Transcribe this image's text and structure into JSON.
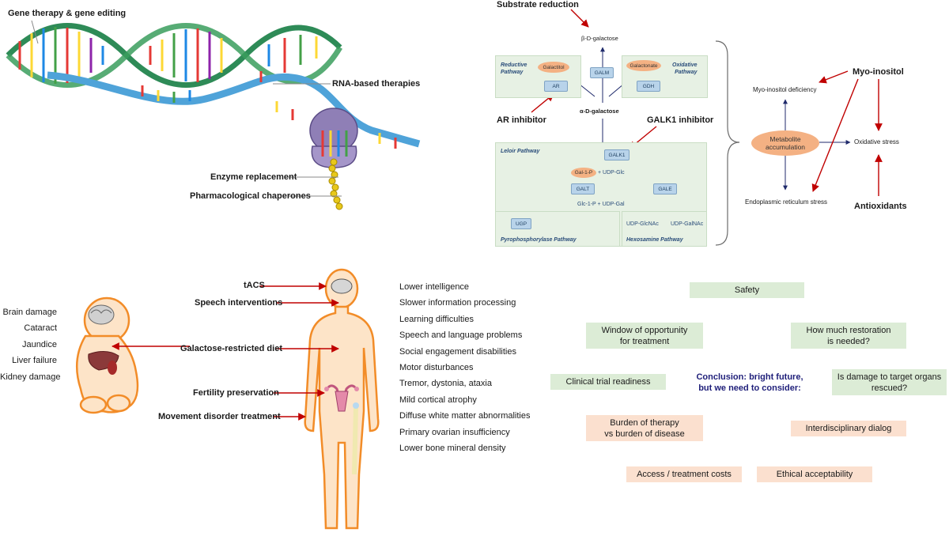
{
  "therapies": {
    "gene": "Gene therapy & gene editing",
    "rna": "RNA-based therapies",
    "enzyme": "Enzyme replacement",
    "chaperones": "Pharmacological chaperones"
  },
  "pathway": {
    "substrate_reduction": "Substrate reduction",
    "beta_gal": "β-D-galactose",
    "alpha_gal": "α-D-galactose",
    "reductive": "Reductive\nPathway",
    "oxidative": "Oxidative\nPathway",
    "galactitol": "Galactitol",
    "galactonate": "Galactonate",
    "ar": "AR",
    "galm": "GALM",
    "gdh": "GDH",
    "ar_inhibitor": "AR inhibitor",
    "galk1_inhibitor": "GALK1 inhibitor",
    "leloir": "Leloir Pathway",
    "galk1": "GALK1",
    "gal1p": "Gal-1-P",
    "udp_glc": "+ UDP-Glc",
    "galt": "GALT",
    "gale": "GALE",
    "glc1p": "Glc-1-P + UDP-Gal",
    "ugp": "UGP",
    "udp_glcnac": "UDP-GlcNAc",
    "udp_galnac": "UDP-GalNAc",
    "pyro": "Pyrophosphorylase Pathway",
    "hexo": "Hexosamine Pathway"
  },
  "mechanism": {
    "myo_def": "Myo-inositol deficiency",
    "myo": "Myo-inositol",
    "metabolite": "Metabolite\naccumulation",
    "oxidative_stress": "Oxidative stress",
    "er_stress": "Endoplasmic reticulum stress",
    "antioxidants": "Antioxidants"
  },
  "infant": {
    "complications": [
      "Brain damage",
      "Cataract",
      "Jaundice",
      "Liver failure",
      "Kidney damage"
    ]
  },
  "interventions": {
    "tacs": "tACS",
    "speech": "Speech interventions",
    "diet": "Galactose-restricted diet",
    "fertility": "Fertility preservation",
    "movement": "Movement disorder treatment"
  },
  "symptoms": [
    "Lower intelligence",
    "Slower information processing",
    "Learning difficulties",
    "Speech and language problems",
    "Social engagement disabilities",
    "Motor disturbances",
    "Tremor, dystonia, ataxia",
    "Mild cortical atrophy",
    "Diffuse white matter abnormalities",
    "Primary ovarian insufficiency",
    "Lower bone mineral density"
  ],
  "considerations": {
    "safety": "Safety",
    "window": "Window of opportunity\nfor treatment",
    "restoration": "How much restoration\nis needed?",
    "clinical": "Clinical trial readiness",
    "conclusion": "Conclusion: bright future,\nbut we need to consider:",
    "damage": "Is damage to target organs\nrescued?",
    "burden": "Burden of therapy\nvs burden of disease",
    "dialog": "Interdisciplinary dialog",
    "access": "Access / treatment costs",
    "ethical": "Ethical acceptability"
  },
  "colors": {
    "red_arrow": "#c00000",
    "navy_arrow": "#1f2a6b",
    "panel_green": "#e7f1e4",
    "box_green": "#dcecd6",
    "box_peach": "#fbe0cf",
    "orange_ellipse": "#f4b183",
    "enzyme_blue": "#b8d3ea",
    "body_outline": "#f28c28",
    "body_fill": "#fde4c8",
    "conclusion_text": "#1f1f7a"
  }
}
